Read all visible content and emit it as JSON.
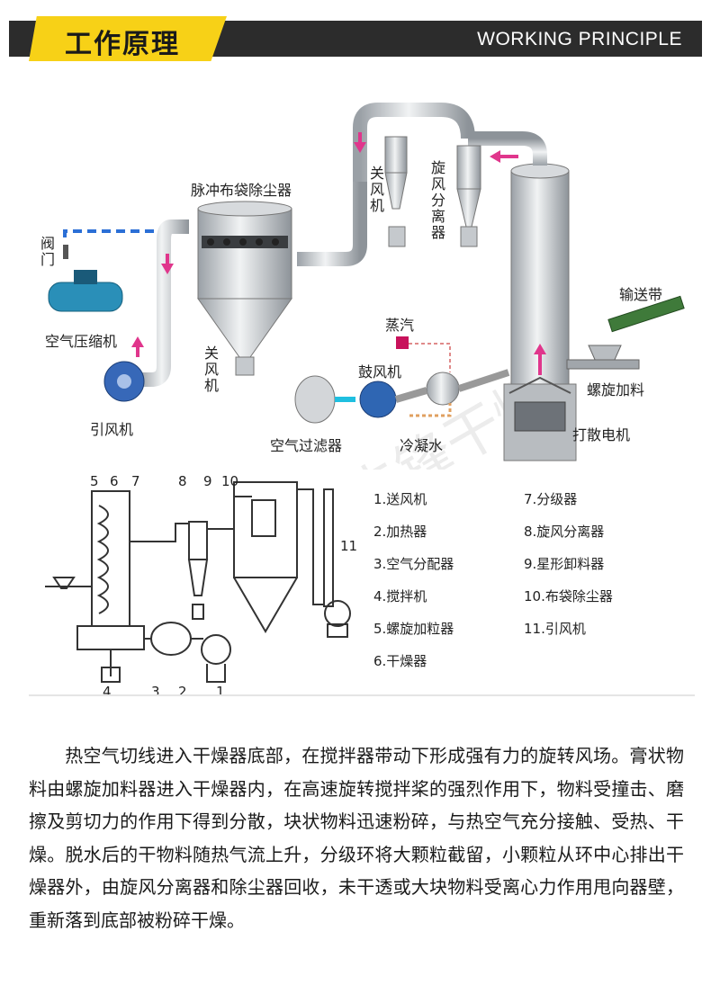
{
  "header": {
    "title": "工作原理",
    "title_en": "WORKING PRINCIPLE"
  },
  "top_diagram": {
    "labels": {
      "dust_collector": "脉冲布袋除尘器",
      "valve": "阀门",
      "compressor": "空气压缩机",
      "induced_fan": "引风机",
      "airlock1": "关风机",
      "airlock2": "关风机",
      "cyclone": "旋风分离器",
      "conveyor": "输送带",
      "steam": "蒸汽",
      "blower": "鼓风机",
      "screw_feeder": "螺旋加料",
      "air_filter": "空气过滤器",
      "condensate": "冷凝水",
      "motor": "打散电机"
    },
    "watermark": "先锋干燥"
  },
  "bottom_diagram": {
    "numbers": [
      "5",
      "6",
      "7",
      "8",
      "9",
      "10",
      "11",
      "4",
      "3",
      "2",
      "1"
    ],
    "legend_left": [
      "1.送风机",
      "2.加热器",
      "3.空气分配器",
      "4.搅拌机",
      "5.螺旋加粒器",
      "6.干燥器"
    ],
    "legend_right": [
      "7.分级器",
      "8.旋风分离器",
      "9.星形卸料器",
      "10.布袋除尘器",
      "11.引风机"
    ]
  },
  "description": "热空气切线进入干燥器底部，在搅拌器带动下形成强有力的旋转风场。膏状物料由螺旋加料器进入干燥器内，在高速旋转搅拌桨的强烈作用下，物料受撞击、磨擦及剪切力的作用下得到分散，块状物料迅速粉碎，与热空气充分接触、受热、干燥。脱水后的干物料随热气流上升，分级环将大颗粒截留，小颗粒从环中心排出干燥器外，由旋风分离器和除尘器回收，未干透或大块物料受离心力作用甩向器壁，重新落到底部被粉碎干燥。",
  "colors": {
    "accent": "#f7d117",
    "bar": "#2c2c2c",
    "arrow": "#e0368c",
    "pipe_blue": "#2b6fd6"
  }
}
